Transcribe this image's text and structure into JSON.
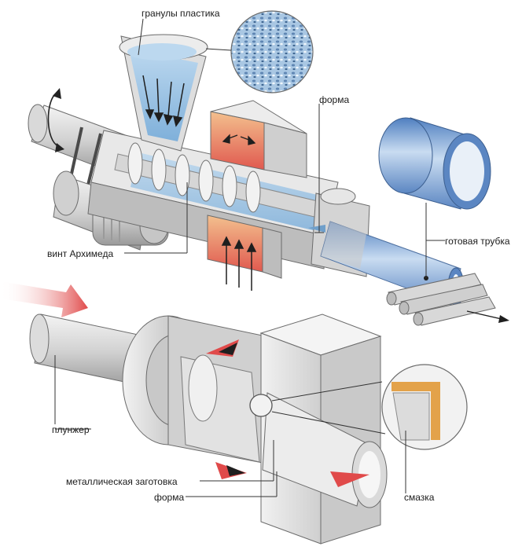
{
  "labels": {
    "granules": "гранулы пластика",
    "mold_top": "форма",
    "screw": "винт Архимеда",
    "finished_tube": "готовая трубка",
    "plunger": "плунжер",
    "billet": "металлическая заготовка",
    "mold_bottom": "форма",
    "lubricant": "смазка"
  },
  "colors": {
    "plastic": "#9fc6e6",
    "plastic_dark": "#6f9fca",
    "metal_light": "#e6e6e6",
    "metal_mid": "#c4c4c4",
    "metal_dark": "#8f8f8f",
    "heat_red": "#e0594f",
    "heat_glow": "#f2b184",
    "arrow_red": "#e04a4a",
    "lubricant_orange": "#e3a24a",
    "tube_blue": "#7fa7d6"
  },
  "icons": [
    "rotation-arrow-icon",
    "heat-arrow-icon",
    "flow-arrow-icon",
    "direction-arrow-icon"
  ]
}
